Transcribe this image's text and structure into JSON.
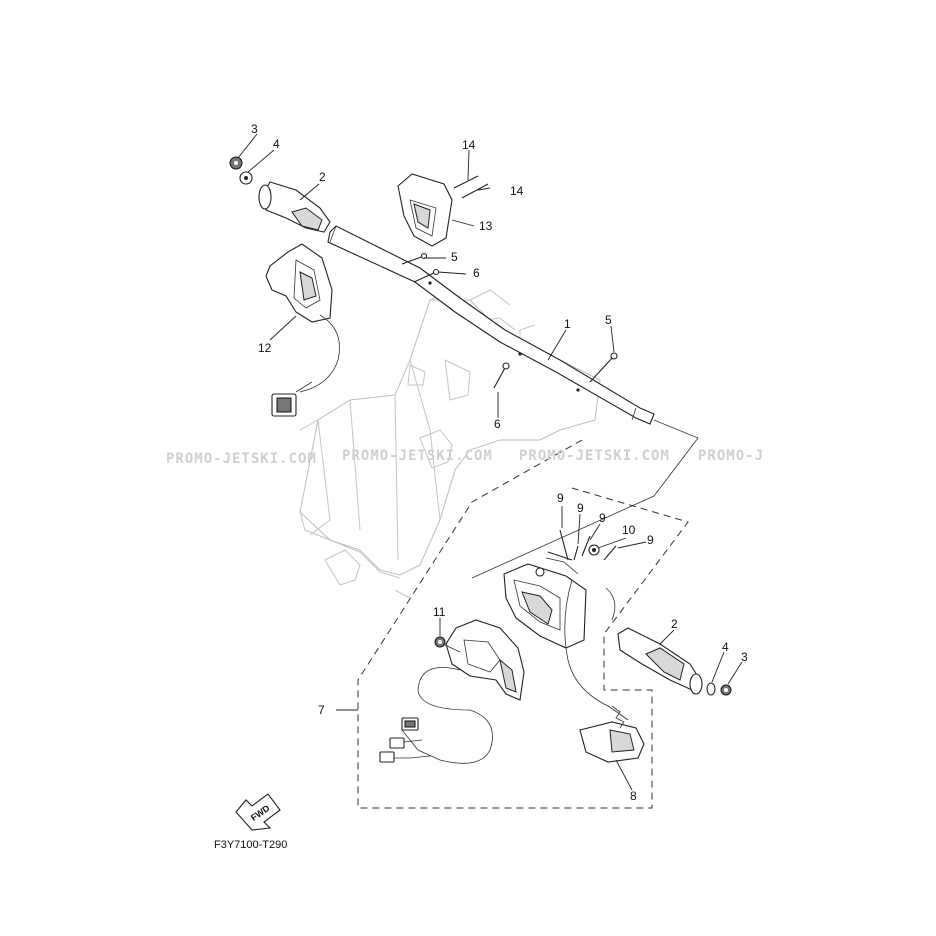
{
  "watermark": {
    "text_1": "PROMO-JETSKI.COM",
    "text_2": "PROMO-JETSKI.COM",
    "text_3": "PROMO-JETSKI.COM",
    "text_4": "PROMO-J"
  },
  "callouts": {
    "c1": "1",
    "c2_left": "2",
    "c2_right": "2",
    "c3_left": "3",
    "c3_right": "3",
    "c4_left": "4",
    "c4_right": "4",
    "c5_upper": "5",
    "c5_right": "5",
    "c6_upper": "6",
    "c6_lower": "6",
    "c7": "7",
    "c8": "8",
    "c9_a": "9",
    "c9_b": "9",
    "c9_c": "9",
    "c9_d": "9",
    "c10": "10",
    "c11": "11",
    "c12": "12",
    "c13": "13",
    "c14_a": "14",
    "c14_b": "14"
  },
  "fwd_label": "FWD",
  "diagram_code": "F3Y7100-T290",
  "icons": {
    "fwd_arrow": "fwd-arrow-icon"
  }
}
